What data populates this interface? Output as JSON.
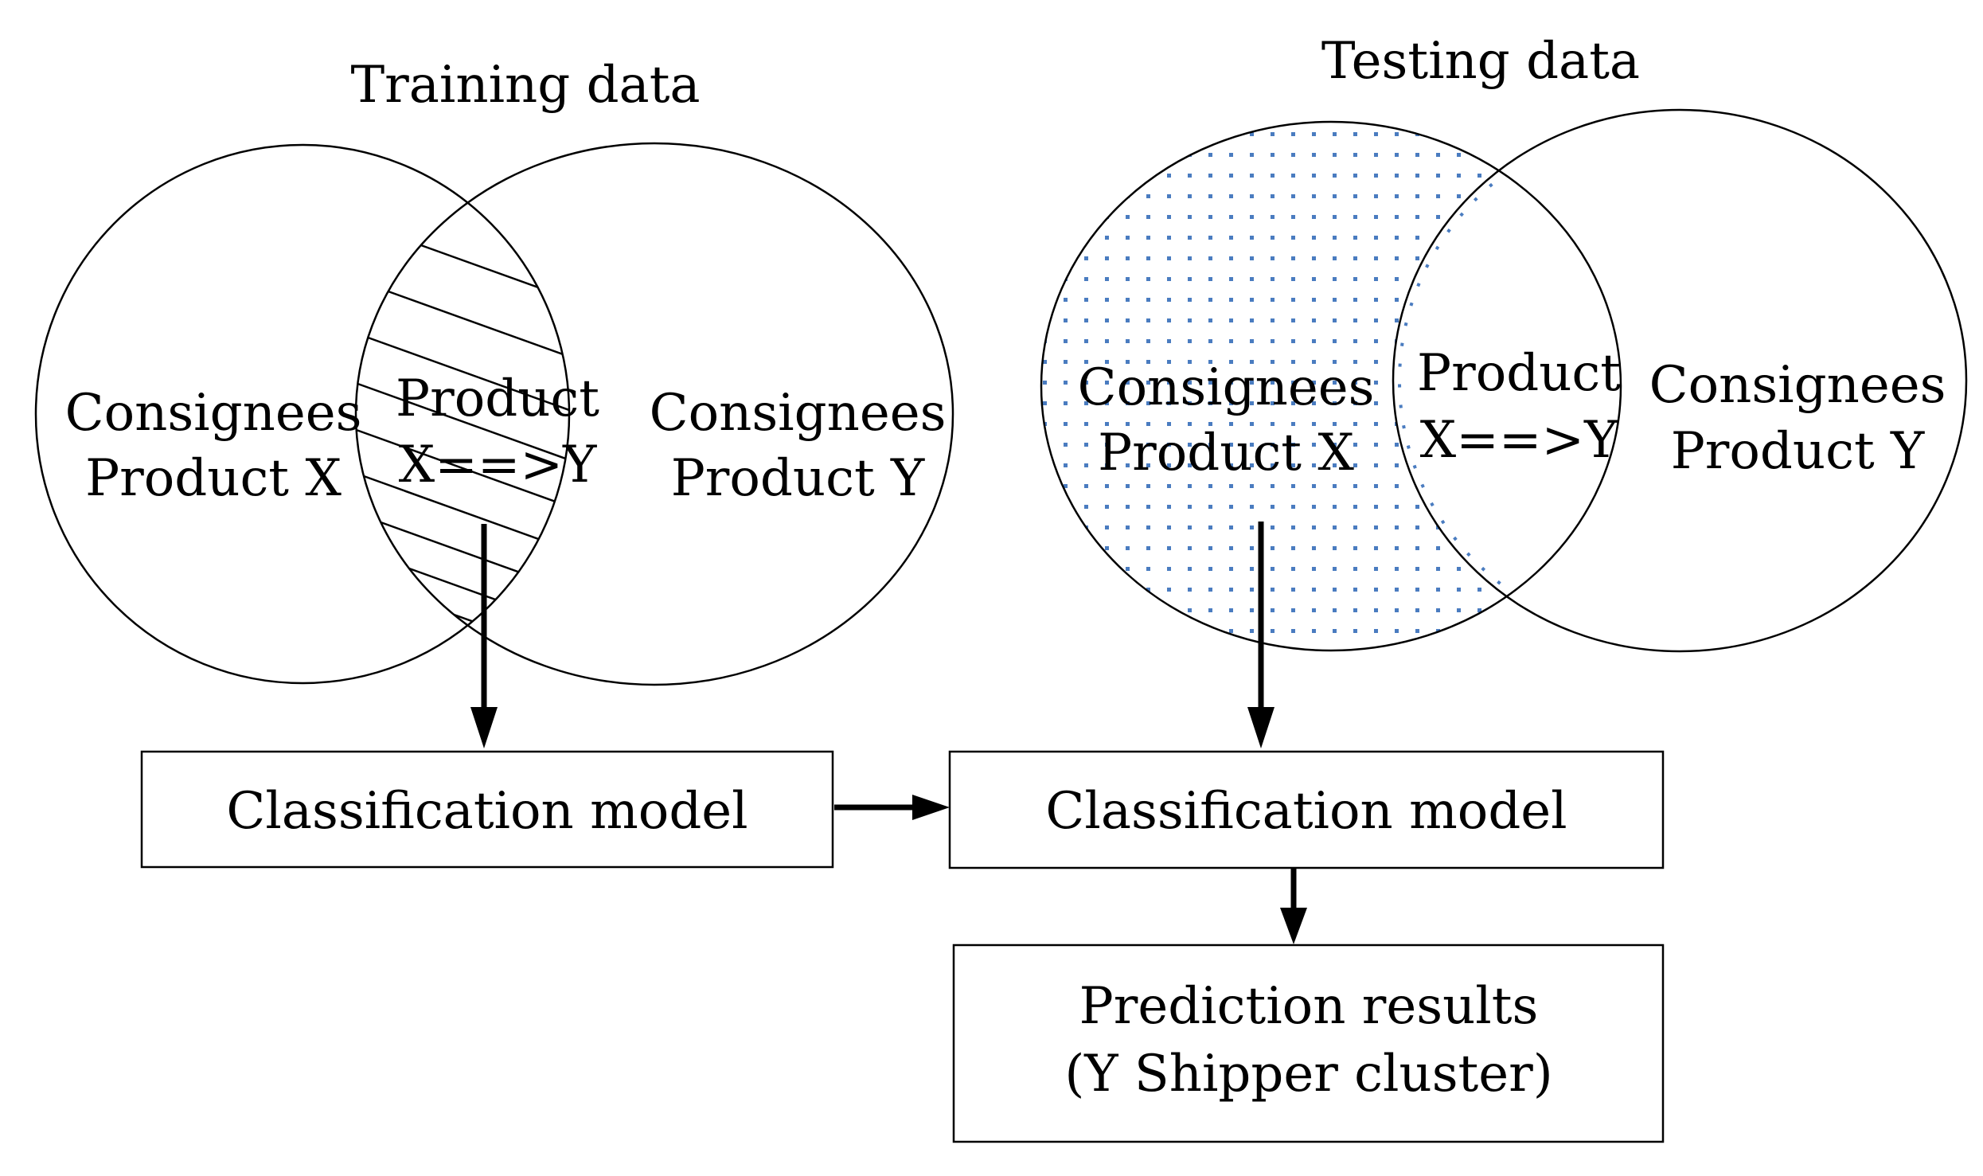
{
  "training": {
    "title": "Training data",
    "left_circle": {
      "line1": "Consignees",
      "line2": "Product X"
    },
    "intersection": {
      "line1": "Product",
      "line2": "X==>Y"
    },
    "right_circle": {
      "line1": "Consignees",
      "line2": "Product Y"
    }
  },
  "testing": {
    "title": "Testing data",
    "left_circle": {
      "line1": "Consignees",
      "line2": "Product X"
    },
    "intersection": {
      "line1": "Product",
      "line2": "X==>Y"
    },
    "right_circle": {
      "line1": "Consignees",
      "line2": "Product Y"
    }
  },
  "boxes": {
    "train_model": "Classification model",
    "test_model": "Classification model",
    "prediction": {
      "line1": "Prediction results",
      "line2": "(Y Shipper cluster)"
    }
  },
  "colors": {
    "stroke": "#000000",
    "dot_fill": "#4a7cc0",
    "background": "#ffffff"
  }
}
